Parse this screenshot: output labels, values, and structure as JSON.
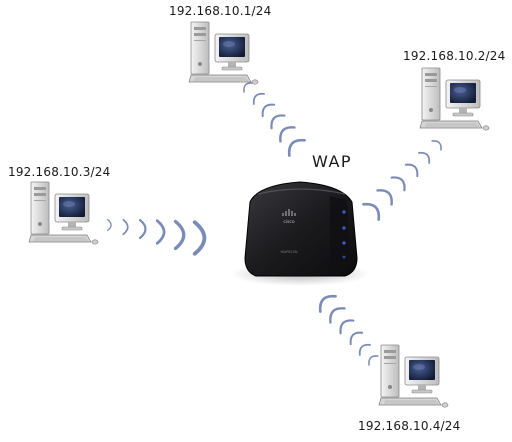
{
  "wap": {
    "label": "WAP",
    "brand_text": "cisco",
    "model_text": "WAP610N"
  },
  "hosts": [
    {
      "ip": "192.168.10.1/24"
    },
    {
      "ip": "192.168.10.2/24"
    },
    {
      "ip": "192.168.10.3/24"
    },
    {
      "ip": "192.168.10.4/24"
    }
  ],
  "colors": {
    "wave": "#7b8bb8",
    "router_body": "#1b1b1e",
    "pc_body": "#e4e4e4",
    "screen": "#1e2a4a",
    "led": "#3a62d6"
  },
  "icons": {
    "computer": "desktop-computer-icon",
    "router": "wireless-router-icon",
    "signal": "wifi-signal-icon"
  }
}
